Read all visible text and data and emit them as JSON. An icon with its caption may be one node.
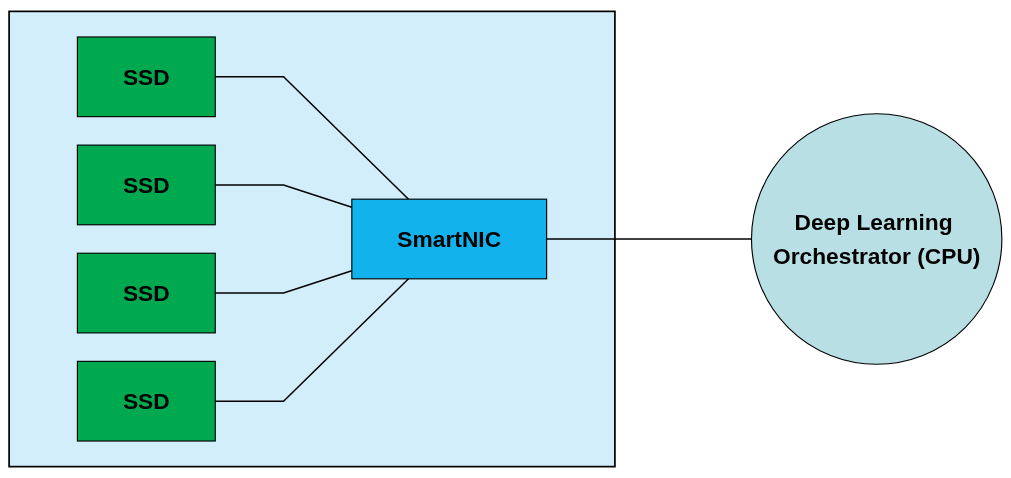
{
  "diagram": {
    "nodes": [
      {
        "text": [],
        "shape": "box"
      },
      {
        "text": [
          "SSD"
        ],
        "in": 0
      },
      {
        "text": [
          "SSD"
        ],
        "in": 0
      },
      {
        "text": [
          "SSD"
        ],
        "in": 0
      },
      {
        "text": [
          "SSD"
        ],
        "in": 0
      },
      {
        "text": [
          "SmartNIC"
        ],
        "in": 0
      },
      {
        "text": [
          "Deep Learning Orchestrator (CPU)"
        ]
      }
    ],
    "edges": [
      {
        "from": 1,
        "to": 5,
        "arrow": "none"
      },
      {
        "from": 2,
        "to": 5,
        "arrow": "none"
      },
      {
        "from": 3,
        "to": 5,
        "arrow": "none"
      },
      {
        "from": 4,
        "to": 5,
        "arrow": "none"
      },
      {
        "from": 5,
        "to": 6,
        "arrow": "none"
      }
    ]
  }
}
